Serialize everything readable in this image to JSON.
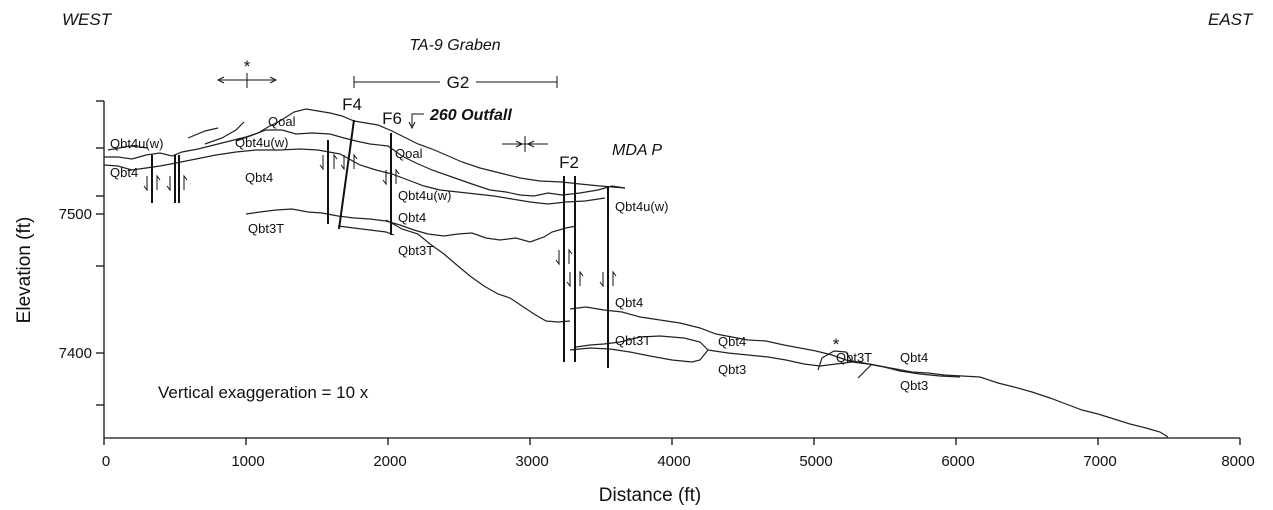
{
  "labels": {
    "west": "WEST",
    "east": "EAST",
    "graben": "TA-9 Graben",
    "g2": "G2",
    "outfall": "260 Outfall",
    "mda": "MDA P",
    "star1": "*",
    "star2": "*",
    "exaggeration": "Vertical exaggeration = 10 x"
  },
  "axes": {
    "xlabel": "Distance (ft)",
    "ylabel": "Elevation (ft)",
    "x_ticks": [
      "0",
      "1000",
      "2000",
      "3000",
      "4000",
      "5000",
      "6000",
      "7000",
      "8000"
    ],
    "y_ticks": [
      "7500",
      "7400"
    ]
  },
  "faults": {
    "f2": "F2",
    "f4": "F4",
    "f6": "F6"
  },
  "units": {
    "qbt4uw_west": "Qbt4u(w)",
    "qbt4_west": "Qbt4",
    "qoal_1": "Qoal",
    "qbt4uw_center": "Qbt4u(w)",
    "qoal_2": "Qoal",
    "qbt4_center": "Qbt4",
    "qbt3t_west": "Qbt3T",
    "qbt4uw_mid": "Qbt4u(w)",
    "qbt4_mid": "Qbt4",
    "qbt3t_mid": "Qbt3T",
    "qbt4uw_east": "Qbt4u(w)",
    "qbt4_lower": "Qbt4",
    "qbt3t_lower": "Qbt3T",
    "qbt4_e1": "Qbt4",
    "qbt3_e1": "Qbt3",
    "qbt3t_e2": "Qbt3T",
    "qbt4_e2": "Qbt4",
    "qbt3_e2": "Qbt3"
  }
}
